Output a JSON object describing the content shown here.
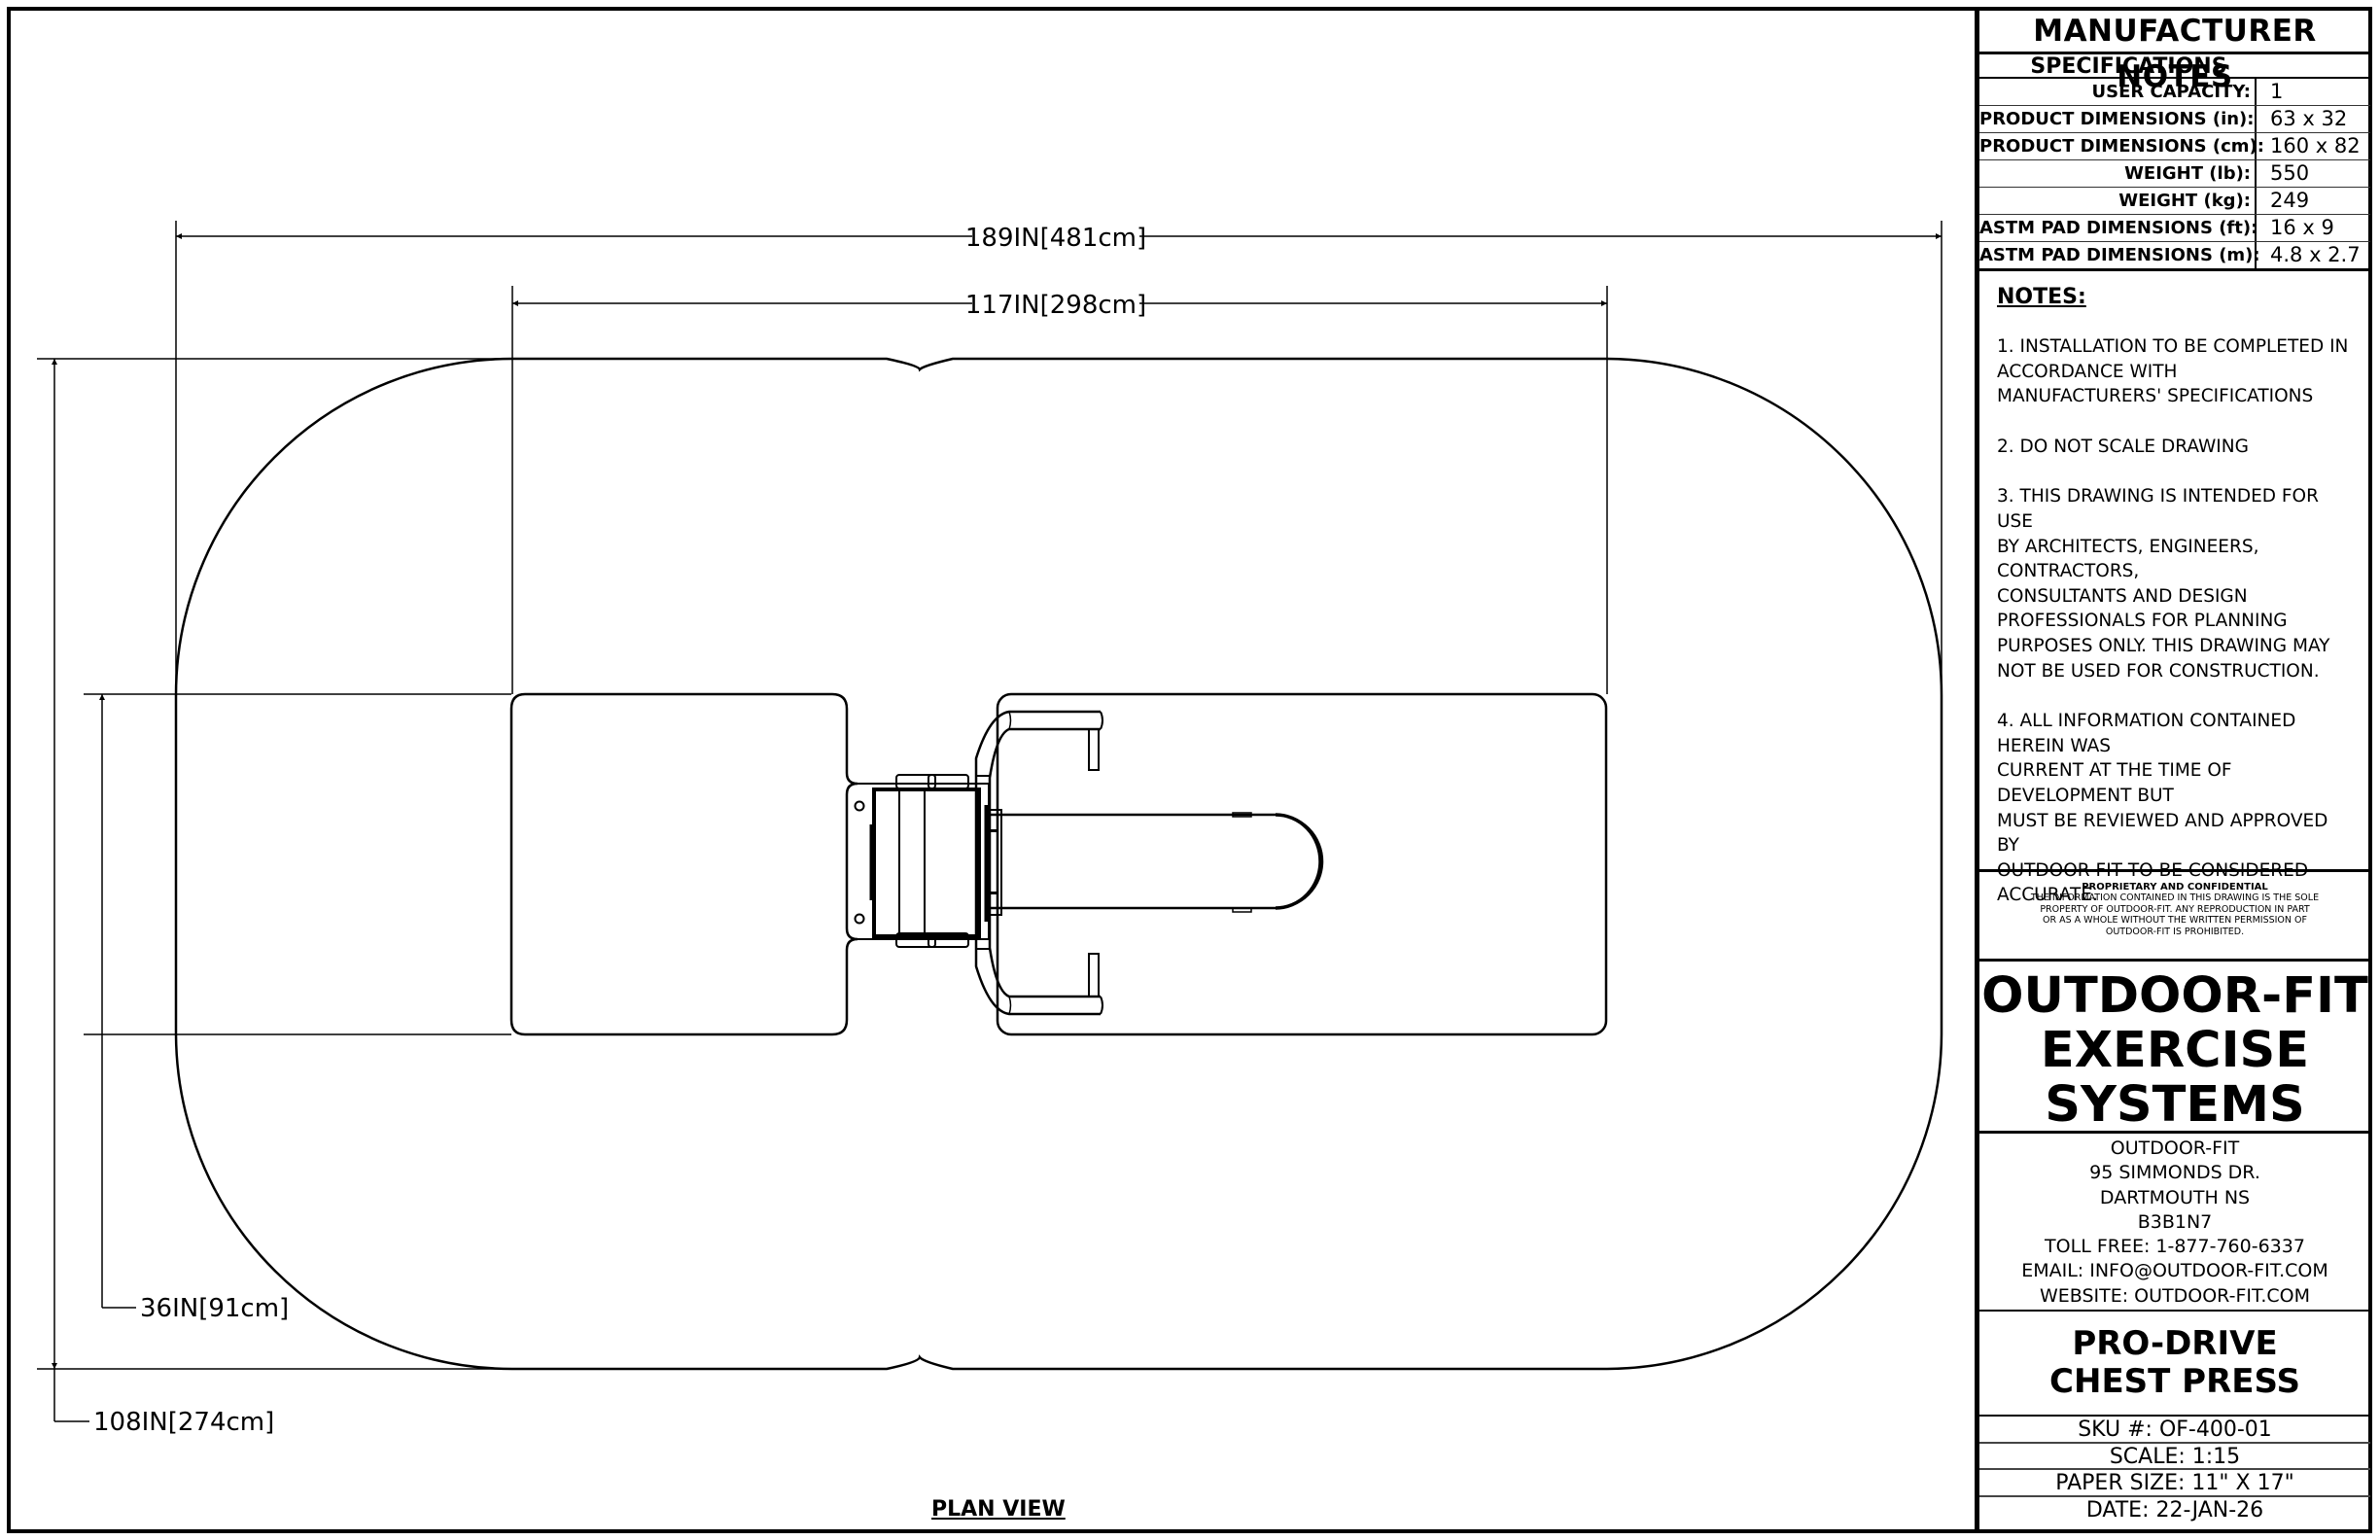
{
  "drawing": {
    "view_label": "PLAN VIEW",
    "dimensions": {
      "overall_length": "189IN[481cm]",
      "pad_length": "117IN[298cm]",
      "pad_width": "36IN[91cm]",
      "overall_width": "108IN[274cm]"
    }
  },
  "title_block": {
    "header": "MANUFACTURER NOTES",
    "specifications_title": "SPECIFICATIONS",
    "specifications": [
      {
        "label": "USER CAPACITY:",
        "value": "1"
      },
      {
        "label": "PRODUCT DIMENSIONS (in):",
        "value": "63 x 32"
      },
      {
        "label": "PRODUCT DIMENSIONS (cm):",
        "value": "160 x 82"
      },
      {
        "label": "WEIGHT (lb):",
        "value": "550"
      },
      {
        "label": "WEIGHT (kg):",
        "value": "249"
      },
      {
        "label": "ASTM PAD DIMENSIONS (ft):",
        "value": "16 x 9"
      },
      {
        "label": "ASTM PAD DIMENSIONS (m):",
        "value": "4.8 x 2.7"
      }
    ],
    "notes_title": "NOTES:",
    "notes": [
      [
        "1. INSTALLATION TO BE COMPLETED IN",
        "ACCORDANCE WITH",
        "MANUFACTURERS' SPECIFICATIONS"
      ],
      [
        "2. DO NOT SCALE DRAWING"
      ],
      [
        "3. THIS DRAWING IS INTENDED FOR USE",
        "BY ARCHITECTS, ENGINEERS,",
        "CONTRACTORS,",
        "CONSULTANTS AND DESIGN",
        "PROFESSIONALS FOR PLANNING",
        "PURPOSES ONLY. THIS DRAWING MAY",
        "NOT BE USED FOR CONSTRUCTION."
      ],
      [
        "4. ALL INFORMATION CONTAINED",
        "HEREIN WAS",
        "CURRENT AT THE TIME OF",
        "DEVELOPMENT BUT",
        "MUST BE REVIEWED AND APPROVED BY",
        "OUTDOOR-FIT TO BE CONSIDERED",
        "ACCURATE."
      ]
    ],
    "proprietary": {
      "title": "PROPRIETARY AND CONFIDENTIAL",
      "lines": [
        "THE INFORMATION CONTAINED IN THIS DRAWING IS THE SOLE",
        "PROPERTY OF OUTDOOR-FIT.  ANY REPRODUCTION IN PART",
        "OR AS A WHOLE WITHOUT THE WRITTEN PERMISSION OF",
        "OUTDOOR-FIT IS PROHIBITED."
      ]
    },
    "company_name": [
      "OUTDOOR-FIT",
      "EXERCISE",
      "SYSTEMS"
    ],
    "address": [
      "OUTDOOR-FIT",
      "95 SIMMONDS DR.",
      "DARTMOUTH NS",
      "B3B1N7",
      "TOLL FREE: 1-877-760-6337",
      "EMAIL: INFO@OUTDOOR-FIT.COM",
      "WEBSITE: OUTDOOR-FIT.COM"
    ],
    "product_name": [
      "PRO-DRIVE",
      "CHEST PRESS"
    ],
    "sku": "SKU #: OF-400-01",
    "scale": "SCALE: 1:15",
    "paper_size": "PAPER SIZE: 11\" X 17\"",
    "date": "DATE: 22-JAN-26"
  }
}
